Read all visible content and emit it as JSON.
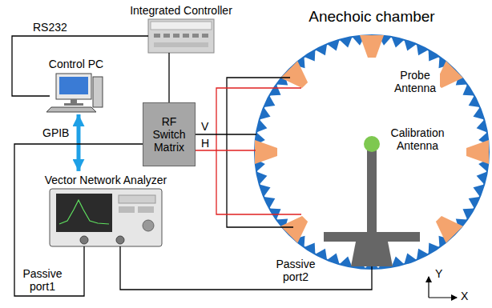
{
  "diagram": {
    "nodes": [
      {
        "text": [
          "Integrated Controller"
        ]
      },
      {
        "text": [
          "Anechoic chamber"
        ]
      },
      {
        "text": [
          "Control PC"
        ]
      },
      {
        "text": [
          "RF Switch Matrix"
        ]
      },
      {
        "text": [
          "Vector Network Analyzer"
        ]
      }
    ],
    "edges": [
      {
        "from": 2,
        "to": 0,
        "label": "RS232",
        "arrow": "none"
      },
      {
        "from": 2,
        "to": 4,
        "label": "GPIB",
        "arrow": "both"
      },
      {
        "from": 0,
        "to": 3,
        "arrow": "none"
      },
      {
        "from": 3,
        "to": 1,
        "label": "V",
        "arrow": "none"
      },
      {
        "from": 3,
        "to": 1,
        "label": "H",
        "arrow": "none"
      },
      {
        "from": 4,
        "to": 3,
        "label": "Passive port1",
        "arrow": "none"
      },
      {
        "from": 4,
        "to": 1,
        "label": "Passive port2",
        "arrow": "none"
      }
    ],
    "labels": [
      "Probe Antenna",
      "Calibration Antenna",
      "Y",
      "X"
    ]
  }
}
